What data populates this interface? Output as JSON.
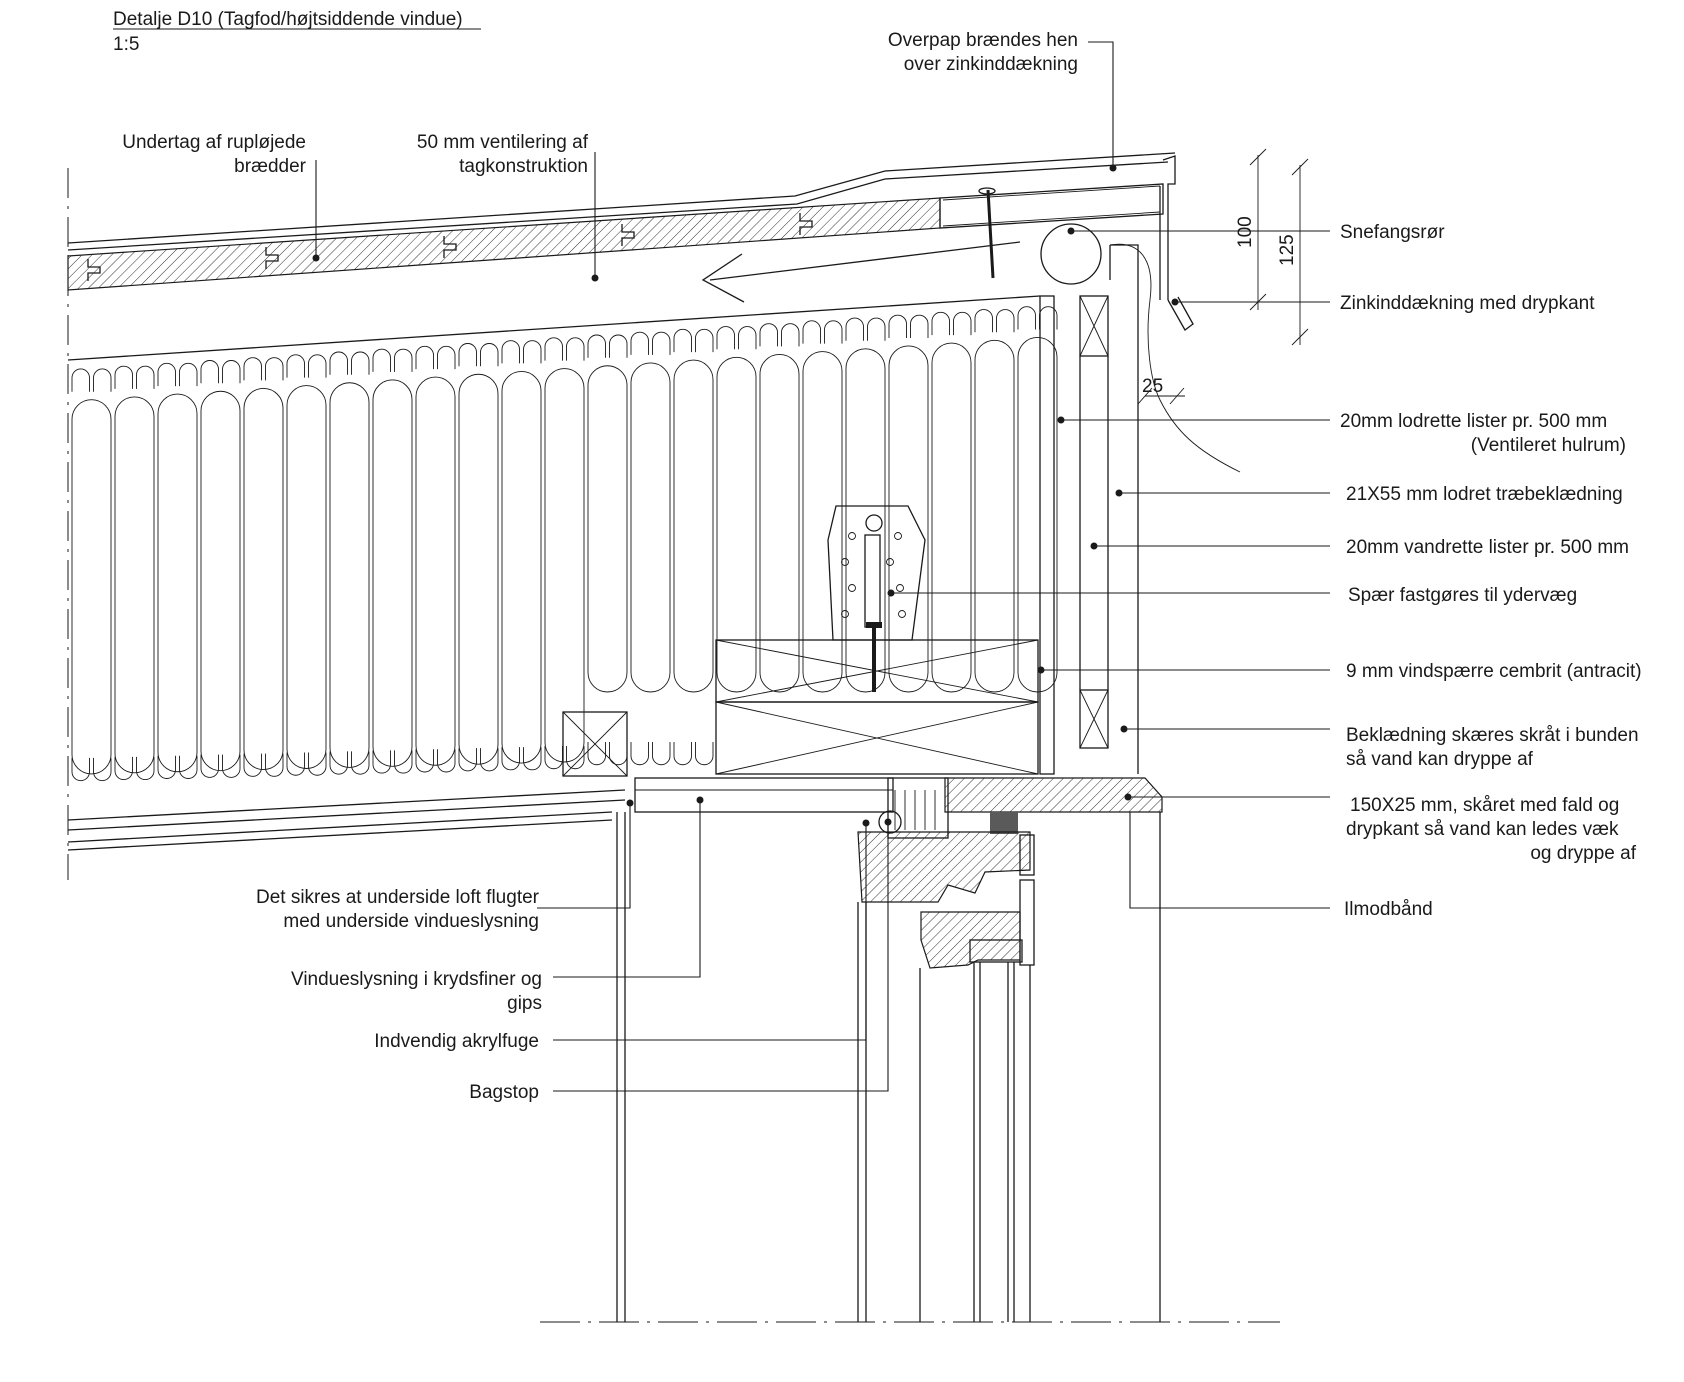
{
  "title": "Detalje D10 (Tagfod/højtsiddende vindue)",
  "scale": "1:5",
  "dimensions": {
    "d100": "100",
    "d125": "125",
    "d25": "25"
  },
  "labels": {
    "overpap_1": "Overpap brændes hen",
    "overpap_2": "over zinkinddækning",
    "undertag_1": "Undertag af rupløjede",
    "undertag_2": "brædder",
    "ventilering_1": "50 mm ventilering af",
    "ventilering_2": "tagkonstruktion",
    "snefang": "Snefangsrør",
    "zink": "Zinkinddækning med drypkant",
    "lodrette_1": "20mm lodrette lister pr. 500 mm",
    "lodrette_2": "(Ventileret hulrum)",
    "beklaedning": "21X55 mm lodret træbeklædning",
    "vandrette": "20mm vandrette lister pr. 500 mm",
    "spaer": "Spær fastgøres til ydervæg",
    "vindspaerre": "9 mm vindspærre cembrit (antracit)",
    "skraat_1": "Beklædning skæres skråt i bunden",
    "skraat_2": "så vand kan dryppe af",
    "board_1": "150X25 mm, skåret med fald og",
    "board_2": "drypkant så vand kan ledes væk",
    "board_3": "og dryppe af",
    "ilmod": "Ilmodbånd",
    "loft_1": "Det sikres at underside loft flugter",
    "loft_2": "med underside vindueslysning",
    "lysning_1": "Vindueslysning i krydsfiner og",
    "lysning_2": "gips",
    "akryl": "Indvendig akrylfuge",
    "bagstop": "Bagstop"
  }
}
